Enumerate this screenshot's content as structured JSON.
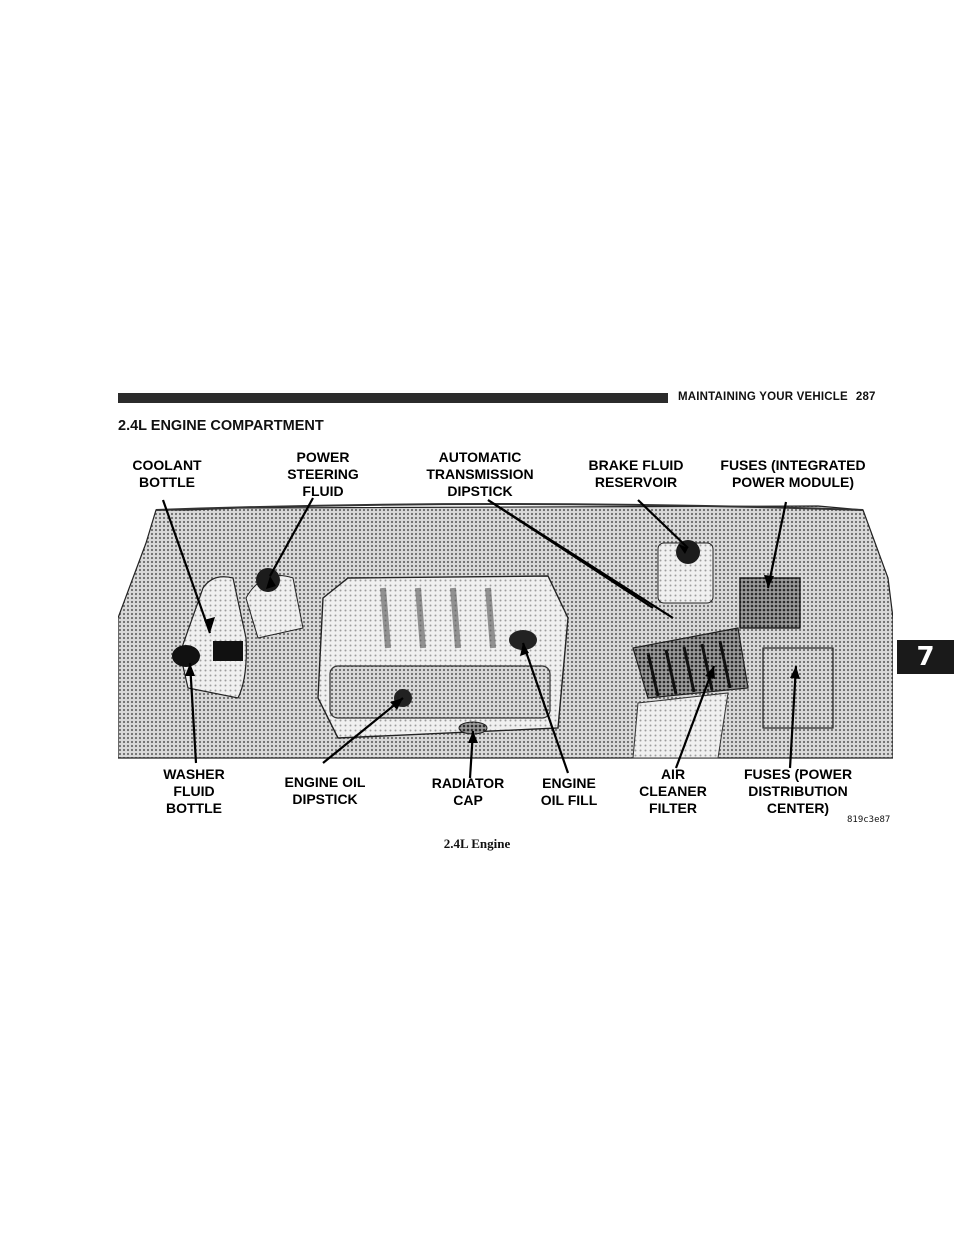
{
  "header": {
    "section": "MAINTAINING YOUR VEHICLE",
    "page_number": "287"
  },
  "section_title": "2.4L ENGINE COMPARTMENT",
  "chapter_tab": "7",
  "figure": {
    "top_labels": {
      "coolant": "COOLANT\nBOTTLE",
      "power_steering": "POWER\nSTEERING\nFLUID",
      "transmission": "AUTOMATIC\nTRANSMISSION\nDIPSTICK",
      "brake": "BRAKE FLUID\nRESERVOIR",
      "fuses_ipm": "FUSES (INTEGRATED\nPOWER MODULE)"
    },
    "bottom_labels": {
      "washer": "WASHER\nFLUID\nBOTTLE",
      "oil_dipstick": "ENGINE OIL\nDIPSTICK",
      "radiator": "RADIATOR\nCAP",
      "oil_fill": "ENGINE\nOIL FILL",
      "air_cleaner": "AIR\nCLEANER\nFILTER",
      "fuses_pdc": "FUSES (POWER\nDISTRIBUTION\nCENTER)"
    },
    "image_code": "819c3e87"
  },
  "caption": "2.4L Engine"
}
